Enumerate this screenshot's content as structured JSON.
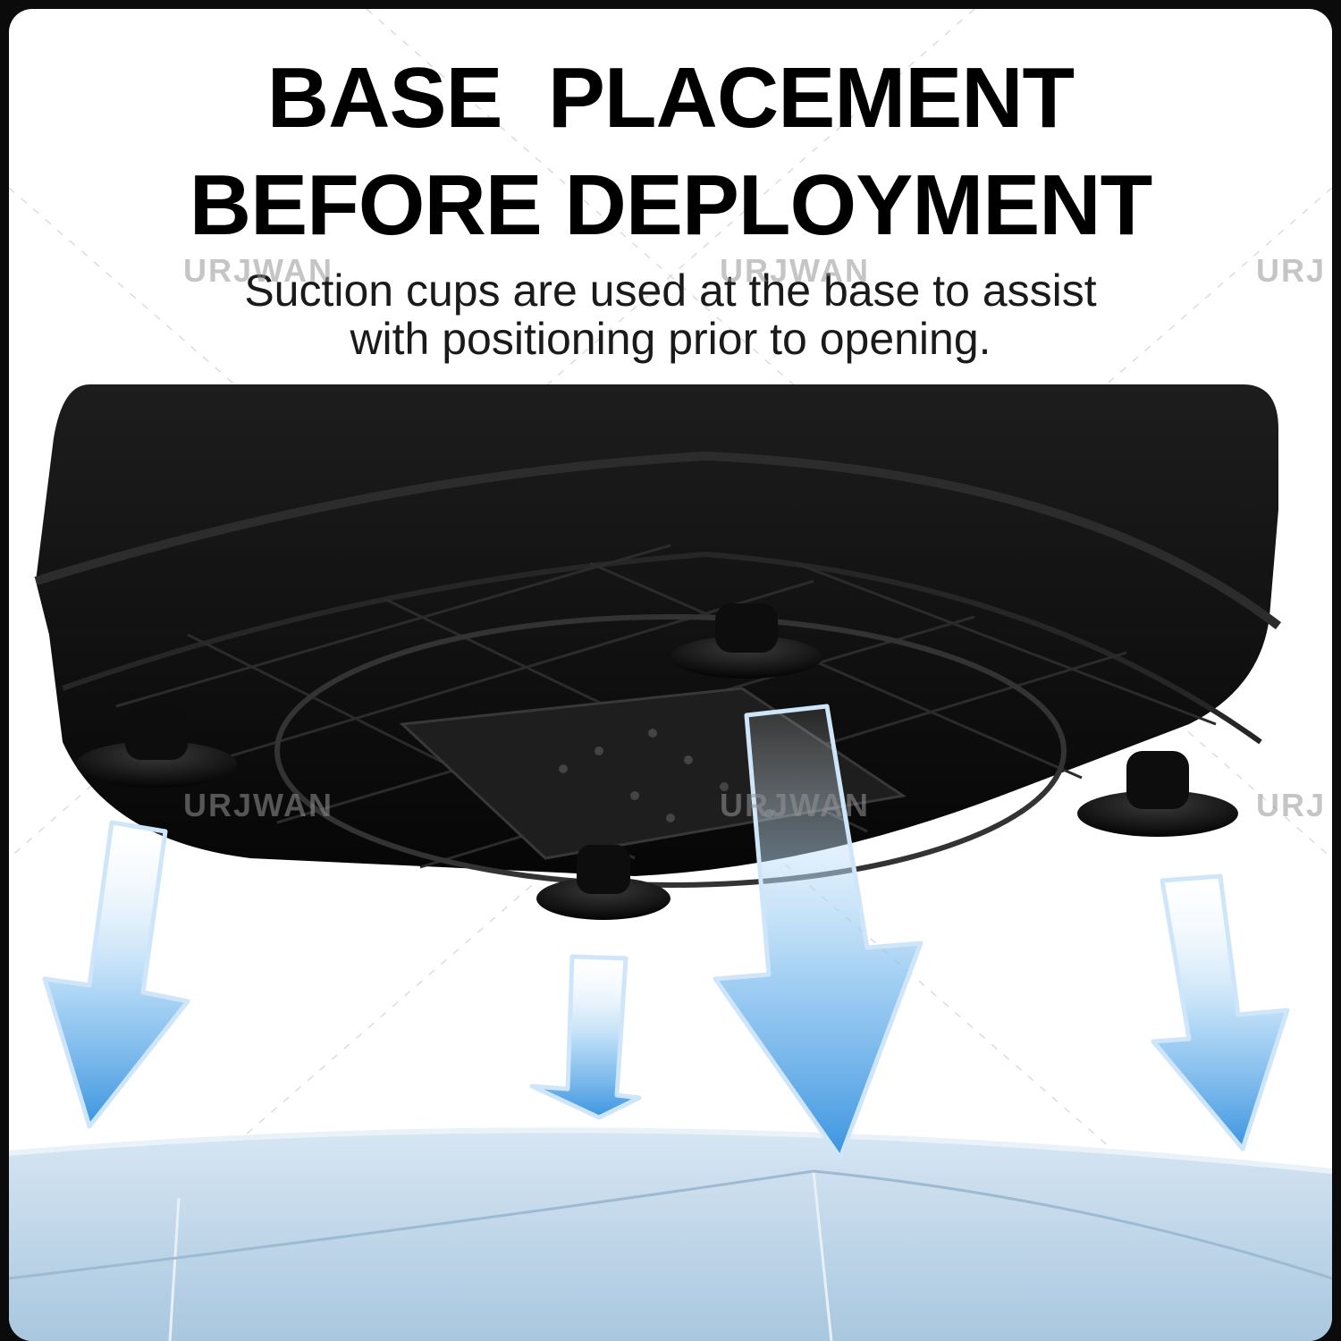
{
  "heading": {
    "line1": "BASE  PLACEMENT",
    "line2": "BEFORE DEPLOYMENT"
  },
  "subheading": {
    "line1": "Suction cups are used at the base to assist",
    "line2": "with positioning prior to opening."
  },
  "watermark": {
    "text": "URJWAN",
    "partial": "URJ"
  },
  "colors": {
    "background": "#ffffff",
    "frame": "#0b0b0b",
    "base_body": "#111111",
    "arrow": "#2f8fe0",
    "surface": "#bcd6ea"
  },
  "icons": [
    "suction-cup-icon",
    "down-arrow-icon"
  ]
}
